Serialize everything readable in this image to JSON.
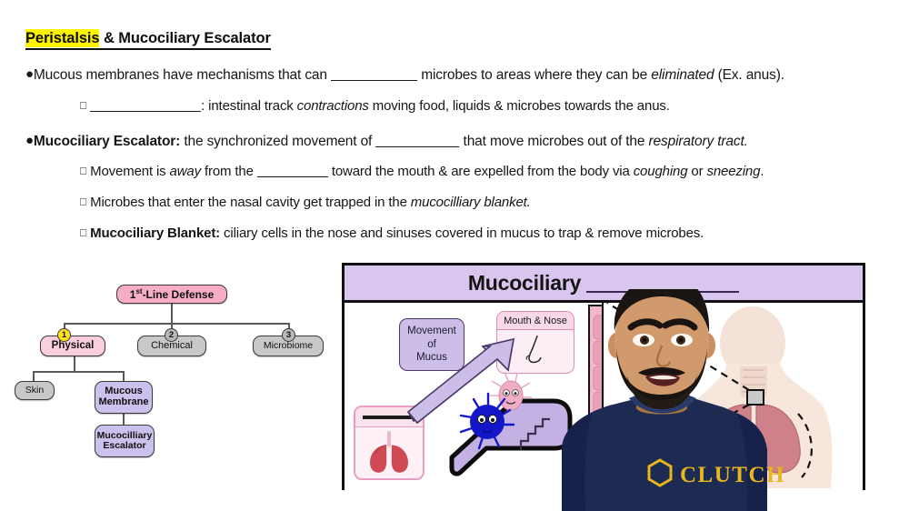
{
  "slide": {
    "title_highlight": "Peristalsis",
    "title_rest": " & Mucociliary Escalator",
    "bullets": [
      {
        "marker": "●",
        "level": 1,
        "parts": [
          {
            "t": "Mucous membranes have mechanisms that can ",
            "s": "n"
          },
          {
            "t": "____",
            "s": "blank"
          },
          {
            "t": " microbes to areas where they can be ",
            "s": "n"
          },
          {
            "t": "eliminated",
            "s": "i"
          },
          {
            "t": " (Ex. anus).",
            "s": "n"
          }
        ]
      },
      {
        "marker": "□",
        "level": 2,
        "parts": [
          {
            "t": "____",
            "s": "blank"
          },
          {
            "t": ": intestinal track ",
            "s": "n"
          },
          {
            "t": "contractions",
            "s": "i"
          },
          {
            "t": " moving food, liquids & microbes towards the anus.",
            "s": "n"
          }
        ]
      },
      {
        "marker": "●",
        "level": 1,
        "parts": [
          {
            "t": "Mucociliary Escalator:",
            "s": "b"
          },
          {
            "t": " the synchronized movement of ",
            "s": "n"
          },
          {
            "t": "____",
            "s": "blank"
          },
          {
            "t": " that move microbes out of the ",
            "s": "n"
          },
          {
            "t": "respiratory tract.",
            "s": "i"
          }
        ]
      },
      {
        "marker": "□",
        "level": 2,
        "parts": [
          {
            "t": "Movement is ",
            "s": "n"
          },
          {
            "t": "away",
            "s": "i"
          },
          {
            "t": " from the ",
            "s": "n"
          },
          {
            "t": "____",
            "s": "blank"
          },
          {
            "t": " toward the mouth & are expelled from the body via ",
            "s": "n"
          },
          {
            "t": "coughing",
            "s": "i"
          },
          {
            "t": " or ",
            "s": "n"
          },
          {
            "t": "sneezing",
            "s": "i"
          },
          {
            "t": ".",
            "s": "n"
          }
        ]
      },
      {
        "marker": "□",
        "level": 2,
        "parts": [
          {
            "t": "Microbes that enter the nasal cavity get trapped in the ",
            "s": "n"
          },
          {
            "t": "mucocilliary blanket.",
            "s": "i"
          }
        ]
      },
      {
        "marker": "□",
        "level": 2,
        "parts": [
          {
            "t": "Mucociliary Blanket:",
            "s": "b"
          },
          {
            "t": " ciliary cells in the nose and sinuses covered in mucus to trap & remove microbes.",
            "s": "n"
          }
        ]
      }
    ]
  },
  "flowchart": {
    "root": {
      "label_main": "1",
      "label_sup": "st",
      "label_tail": "-Line Defense"
    },
    "branches": [
      {
        "badge": "1",
        "badge_color": "yellow",
        "label": "Physical"
      },
      {
        "badge": "2",
        "badge_color": "gray",
        "label": "Chemical"
      },
      {
        "badge": "3",
        "badge_color": "gray",
        "label": "Microbiome"
      }
    ],
    "physical_children": [
      {
        "label": "Skin"
      },
      {
        "label": "Mucous Membrane"
      }
    ],
    "membrane_child": {
      "label": "Mucocilliary Escalator"
    },
    "colors": {
      "root": "#f7acc8",
      "physical": "#f9cede",
      "gray_node": "#c8c8c8",
      "purple_node": "#ccc0ec",
      "badge_active": "#fde21c",
      "badge_inactive": "#b9b9b9"
    }
  },
  "panel": {
    "title_text": "Mucociliary",
    "header_bg": "#d9c6ee",
    "movement_box": {
      "line1": "Movement",
      "line2": "of",
      "line3": "Mucus"
    },
    "mouth_box": {
      "label": "Mouth & Nose"
    },
    "lung_box": {
      "label": ""
    },
    "figures": {
      "escalator": "escalator-illustration",
      "blue_microbe": "blue-microbe-character",
      "pink_microbe": "pink-microbe-character",
      "cell_diagram": "ciliated-epithelium-diagram",
      "torso_diagram": "human-torso-lungs-diagram",
      "nose": "nose-illustration",
      "lungs": "lungs-illustration"
    }
  },
  "presenter": {
    "shirt_text": "CLUTCH",
    "shirt_color": "#1d2a52",
    "logo_color": "#e8b520"
  }
}
